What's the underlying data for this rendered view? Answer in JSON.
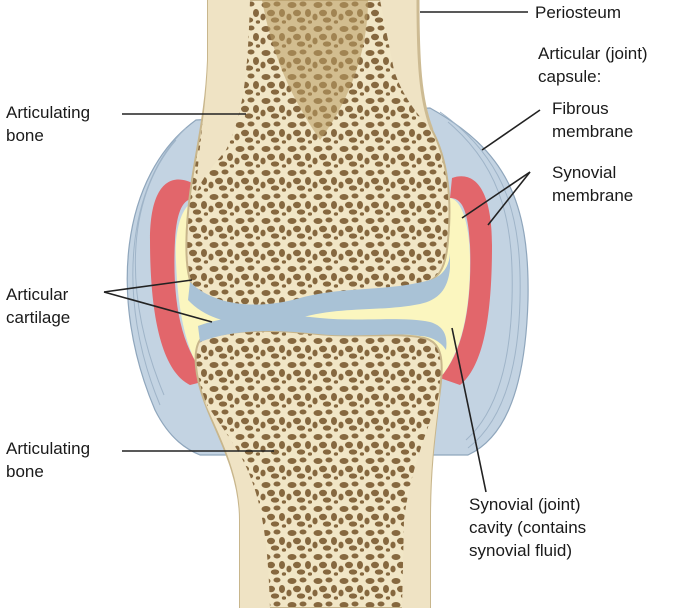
{
  "diagram": {
    "labels": {
      "periosteum": [
        "Periosteum"
      ],
      "capsule": [
        "Articular (joint)",
        "capsule:"
      ],
      "fibrous": [
        "Fibrous",
        "membrane"
      ],
      "synovial_membrane": [
        "Synovial",
        "membrane"
      ],
      "articulating_bone_top": [
        "Articulating",
        "bone"
      ],
      "articular_cartilage": [
        "Articular",
        "cartilage"
      ],
      "articulating_bone_bottom": [
        "Articulating",
        "bone"
      ],
      "synovial_cavity": [
        "Synovial (joint)",
        "cavity (contains",
        "synovial fluid)"
      ]
    },
    "colors": {
      "bone": "#f1e6c6",
      "bone_edge": "#c8b68c",
      "spongy_pores": "#86683f",
      "cartilage": "#a9c2d6",
      "synovial_fluid": "#fbf6bf",
      "synovial_membrane": "#e2666b",
      "capsule": "#c3d3e2",
      "leader_line": "#222222"
    }
  }
}
